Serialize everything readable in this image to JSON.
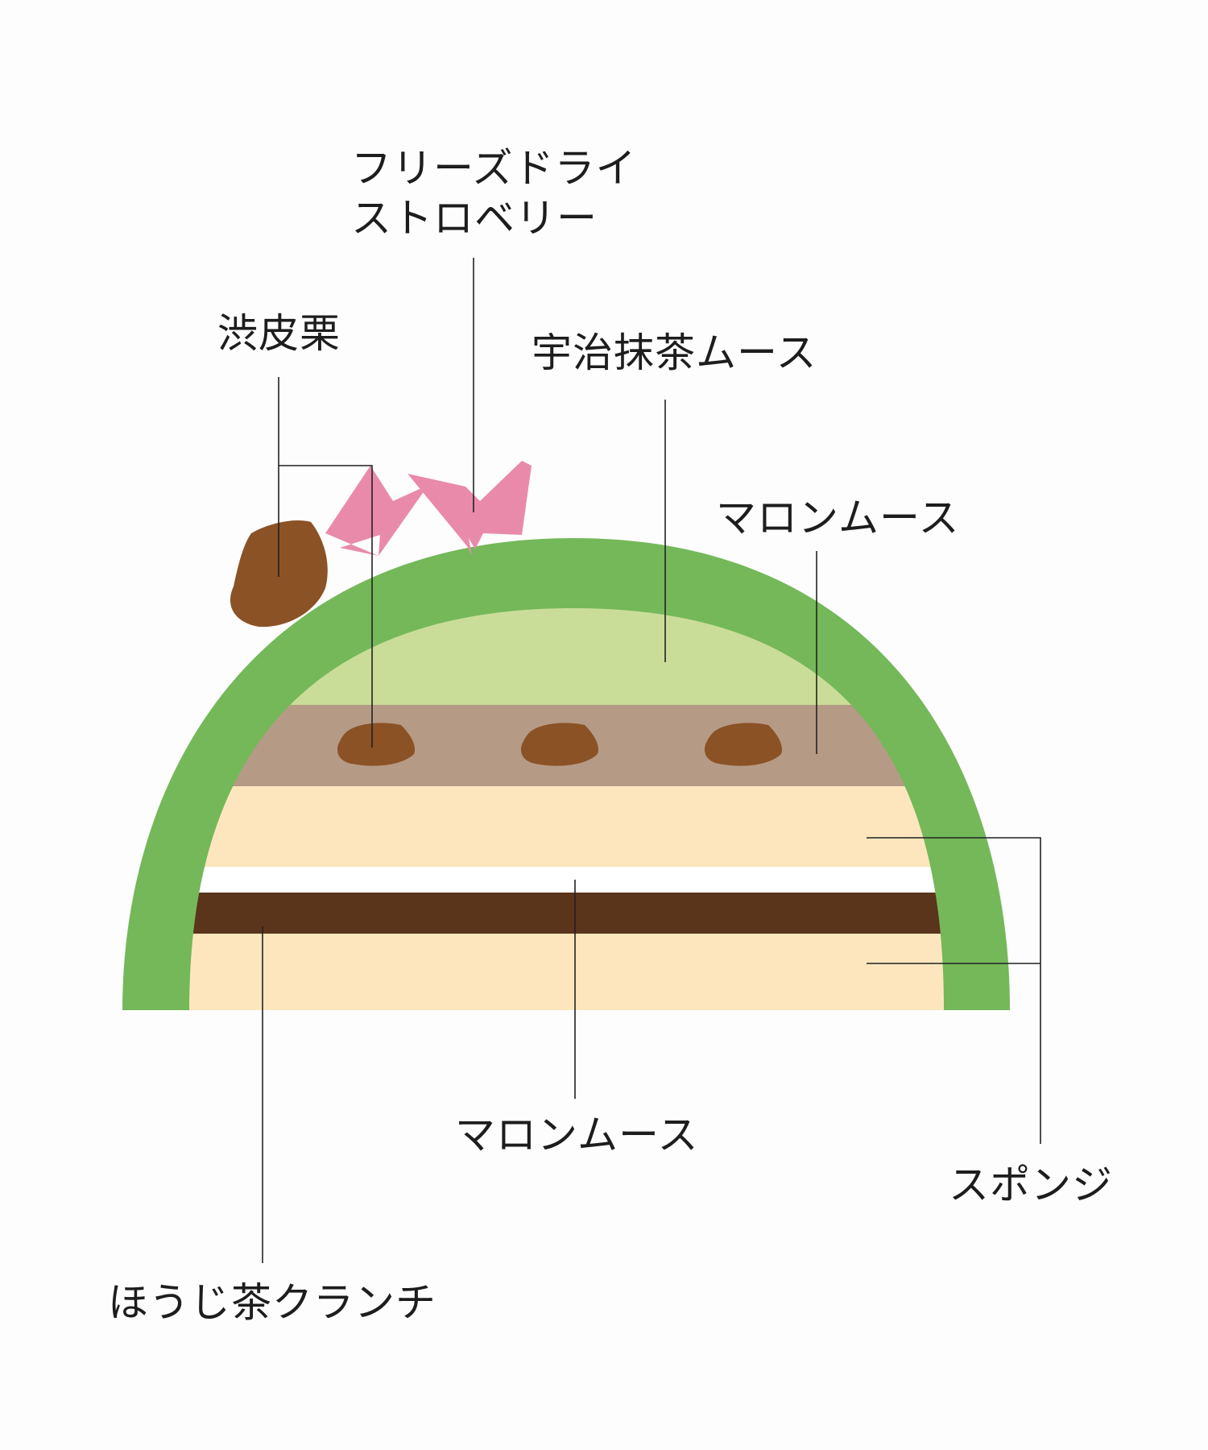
{
  "labels": {
    "freeze_dried_strawberry": [
      "フリーズドライ",
      "ストロベリー"
    ],
    "shibukawa_chestnut": "渋皮栗",
    "uji_matcha_mousse": "宇治抹茶ムース",
    "marron_mousse_top": "マロンムース",
    "marron_mousse_bottom": "マロンムース",
    "sponge": "スポンジ",
    "hojicha_crunch": "ほうじ茶クランチ"
  },
  "colors": {
    "matcha_shell": "#74b859",
    "matcha_mousse": "#cadd98",
    "marron_mousse": "#b59a86",
    "chestnut": "#8b5225",
    "sponge": "#fde6bd",
    "cream": "#ffffff",
    "hojicha_crunch": "#5a341b",
    "strawberry": "#e98aab",
    "leader_line": "#222222"
  }
}
